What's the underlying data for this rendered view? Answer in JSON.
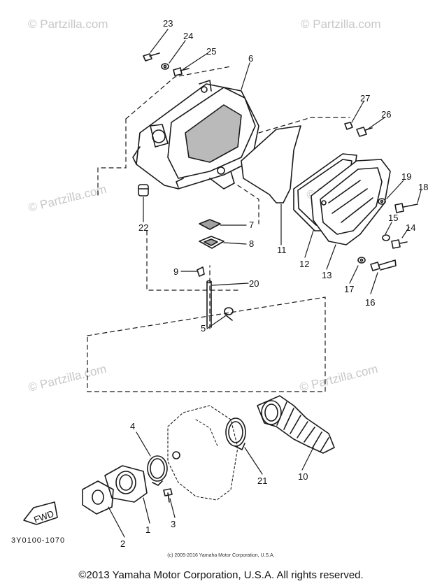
{
  "watermarks": [
    "© Partzilla.com",
    "© Partzilla.com",
    "© Partzilla.com",
    "© Partzilla.com",
    "© Partzilla.com",
    "© Partzilla.com"
  ],
  "callouts": {
    "p1": "1",
    "p2": "2",
    "p3": "3",
    "p4": "4",
    "p5": "5",
    "p6": "6",
    "p7": "7",
    "p8": "8",
    "p9": "9",
    "p10": "10",
    "p11": "11",
    "p12": "12",
    "p13": "13",
    "p14": "14",
    "p15": "15",
    "p16": "16",
    "p17": "17",
    "p18": "18",
    "p19": "19",
    "p20": "20",
    "p21": "21",
    "p22": "22",
    "p23": "23",
    "p24": "24",
    "p25": "25",
    "p26": "26",
    "p27": "27"
  },
  "fwd_label": "FWD",
  "diagram_number": "3Y0100-1070",
  "small_copyright": "(c) 2005-2016 Yamaha Motor Corporation, U.S.A.",
  "footer_copyright": "©2013 Yamaha Motor Corporation, U.S.A. All rights reserved."
}
